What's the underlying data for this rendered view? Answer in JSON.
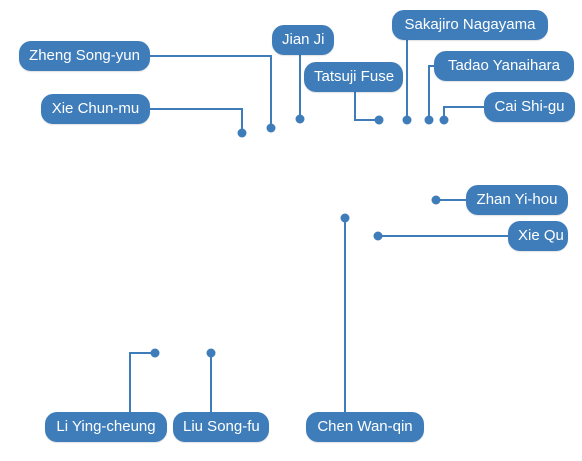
{
  "nodes": [
    {
      "id": "zheng-song-yun",
      "name": "Zheng Song-yun"
    },
    {
      "id": "jian-ji",
      "name": "Jian Ji"
    },
    {
      "id": "sakajiro-nagayama",
      "name": "Sakajiro Nagayama"
    },
    {
      "id": "tatsuji-fuse",
      "name": "Tatsuji Fuse"
    },
    {
      "id": "tadao-yanaihara",
      "name": "Tadao Yanaihara"
    },
    {
      "id": "xie-chun-mu",
      "name": "Xie Chun-mu"
    },
    {
      "id": "cai-shi-gu",
      "name": "Cai Shi-gu"
    },
    {
      "id": "zhan-yi-hou",
      "name": "Zhan Yi-hou"
    },
    {
      "id": "xie-qu",
      "name": "Xie Qu"
    },
    {
      "id": "li-ying-cheung",
      "name": "Li Ying-cheung"
    },
    {
      "id": "liu-song-fu",
      "name": "Liu Song-fu"
    },
    {
      "id": "chen-wan-qin",
      "name": "Chen Wan-qin"
    }
  ],
  "colors": {
    "accent": "#3f7dba",
    "text": "#ffffff",
    "line": "#3f7dba"
  }
}
